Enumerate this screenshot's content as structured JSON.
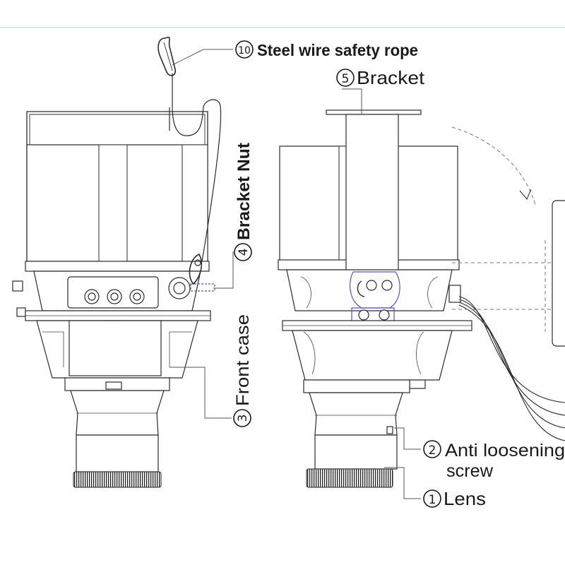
{
  "colors": {
    "top_rule": "#9ee7b4",
    "line": "#2b2b2b",
    "highlight": "#5a50c0"
  },
  "labels": {
    "label_10": {
      "num": "10",
      "text": "Steel wire safety rope"
    },
    "label_5": {
      "num": "5",
      "text": "Bracket"
    },
    "label_4": {
      "num": "4",
      "text": "Bracket Nut"
    },
    "label_3": {
      "num": "3",
      "text": "Front case"
    },
    "label_2": {
      "num": "2",
      "text_line1": "Anti loosening",
      "text_line2": "screw"
    },
    "label_1": {
      "num": "1",
      "text": "Lens"
    }
  }
}
